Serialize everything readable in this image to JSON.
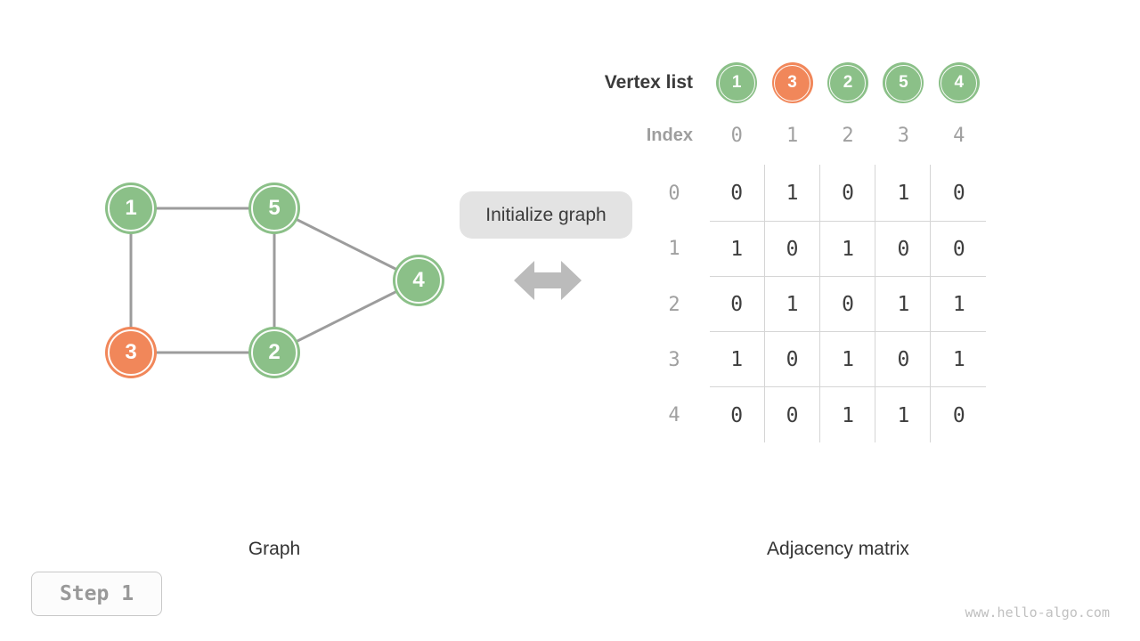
{
  "palette": {
    "green": "#8BC088",
    "orange": "#F1875A",
    "edge_gray": "#9C9C9C",
    "arrow_gray": "#BBBBBB",
    "grid_gray": "#D5D5D5"
  },
  "graph": {
    "caption": "Graph",
    "nodes": [
      {
        "id": "1",
        "color": "green"
      },
      {
        "id": "5",
        "color": "green"
      },
      {
        "id": "4",
        "color": "green"
      },
      {
        "id": "3",
        "color": "orange"
      },
      {
        "id": "2",
        "color": "green"
      }
    ],
    "edges": [
      [
        "1",
        "5"
      ],
      [
        "1",
        "3"
      ],
      [
        "5",
        "2"
      ],
      [
        "5",
        "4"
      ],
      [
        "3",
        "2"
      ],
      [
        "2",
        "4"
      ]
    ]
  },
  "transform": {
    "label": "Initialize graph",
    "arrow_icon": "left-right-arrow"
  },
  "matrix_panel": {
    "vertex_list_label": "Vertex list",
    "vertices": [
      {
        "value": "1",
        "color": "green"
      },
      {
        "value": "3",
        "color": "orange"
      },
      {
        "value": "2",
        "color": "green"
      },
      {
        "value": "5",
        "color": "green"
      },
      {
        "value": "4",
        "color": "green"
      }
    ],
    "index_label": "Index",
    "indices": [
      "0",
      "1",
      "2",
      "3",
      "4"
    ],
    "row_labels": [
      "0",
      "1",
      "2",
      "3",
      "4"
    ],
    "rows": [
      [
        "0",
        "1",
        "0",
        "1",
        "0"
      ],
      [
        "1",
        "0",
        "1",
        "0",
        "0"
      ],
      [
        "0",
        "1",
        "0",
        "1",
        "1"
      ],
      [
        "1",
        "0",
        "1",
        "0",
        "1"
      ],
      [
        "0",
        "0",
        "1",
        "1",
        "0"
      ]
    ],
    "caption": "Adjacency matrix"
  },
  "step_badge": {
    "label": "Step 1"
  },
  "watermark": "www.hello-algo.com"
}
